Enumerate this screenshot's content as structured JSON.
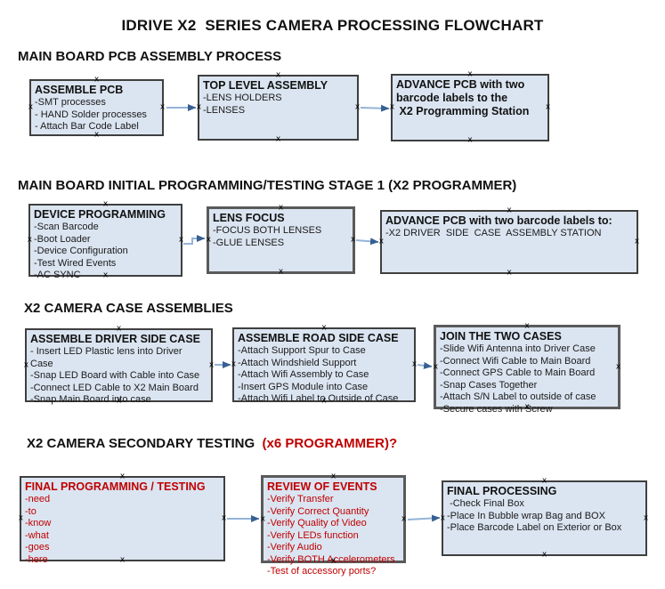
{
  "page_title": "IDRIVE X2  SERIES CAMERA PROCESSING FLOWCHART",
  "icons": {
    "connection_point": "x"
  },
  "colors": {
    "box_fill": "#dbe5f1",
    "box_border": "#3f3f3f",
    "red_text": "#c00000",
    "arrow_line": "#95b3d7",
    "arrow_head": "#376092"
  },
  "sections": [
    {
      "heading": "MAIN BOARD PCB ASSEMBLY PROCESS",
      "boxes": [
        {
          "title": "ASSEMBLE PCB",
          "items": [
            "-SMT processes",
            "- HAND Solder processes",
            "- Attach Bar Code Label"
          ]
        },
        {
          "title": "TOP LEVEL ASSEMBLY",
          "items": [
            "-LENS HOLDERS",
            "-LENSES"
          ]
        },
        {
          "title": "ADVANCE PCB with two\nbarcode labels to the\n X2 Programming Station",
          "items": []
        }
      ]
    },
    {
      "heading": "MAIN BOARD INITIAL PROGRAMMING/TESTING STAGE 1 (X2 PROGRAMMER)",
      "boxes": [
        {
          "title": "DEVICE PROGRAMMING",
          "items": [
            "-Scan Barcode",
            "-Boot Loader",
            "-Device Configuration",
            "-Test Wired Events",
            "-AC SYNC"
          ]
        },
        {
          "title": "LENS FOCUS",
          "items": [
            "-FOCUS BOTH LENSES",
            "-GLUE LENSES"
          ]
        },
        {
          "title": "ADVANCE PCB with two barcode labels to:",
          "items": [
            "-X2 DRIVER  SIDE  CASE  ASSEMBLY STATION"
          ]
        }
      ]
    },
    {
      "heading": "X2 CAMERA CASE ASSEMBLIES",
      "boxes": [
        {
          "title": "ASSEMBLE DRIVER SIDE CASE",
          "items": [
            "- Insert LED Plastic lens into Driver Case",
            "-Snap LED Board with Cable into Case",
            "-Connect LED Cable to X2 Main Board",
            "-Snap Main Board into case"
          ]
        },
        {
          "title": "ASSEMBLE ROAD SIDE CASE",
          "items": [
            "-Attach Support Spur to Case",
            "-Attach Windshield Support",
            "-Attach Wifi Assembly to Case",
            "-Insert GPS Module into Case",
            "-Attach Wifi Label to Outside of Case"
          ]
        },
        {
          "title": "JOIN THE TWO CASES",
          "items": [
            "-Slide Wifi Antenna into Driver Case",
            "-Connect Wifi Cable to Main Board",
            "-Connect GPS Cable to Main Board",
            "-Snap Cases Together",
            "-Attach S/N Label to outside of case",
            "-Secure cases with Screw"
          ]
        }
      ]
    },
    {
      "heading": "X2 CAMERA SECONDARY TESTING ",
      "heading_red": " (x6 PROGRAMMER)?",
      "boxes": [
        {
          "title": "FINAL PROGRAMMING / TESTING",
          "items": [
            "-need",
            "-to",
            "-know",
            "-what",
            "-goes",
            "-here"
          ]
        },
        {
          "title": "REVIEW OF EVENTS",
          "items": [
            "-Verify Transfer",
            "-Verify Correct Quantity",
            "-Verify Quality of Video",
            "-Verify LEDs function",
            "-Verify Audio",
            "-Verify BOTH Accelerometers",
            "-Test of accessory ports?"
          ]
        },
        {
          "title": "FINAL PROCESSING",
          "items": [
            " -Check Final Box",
            "-Place In Bubble wrap Bag and BOX",
            "-Place Barcode Label on Exterior or Box"
          ]
        }
      ]
    }
  ]
}
